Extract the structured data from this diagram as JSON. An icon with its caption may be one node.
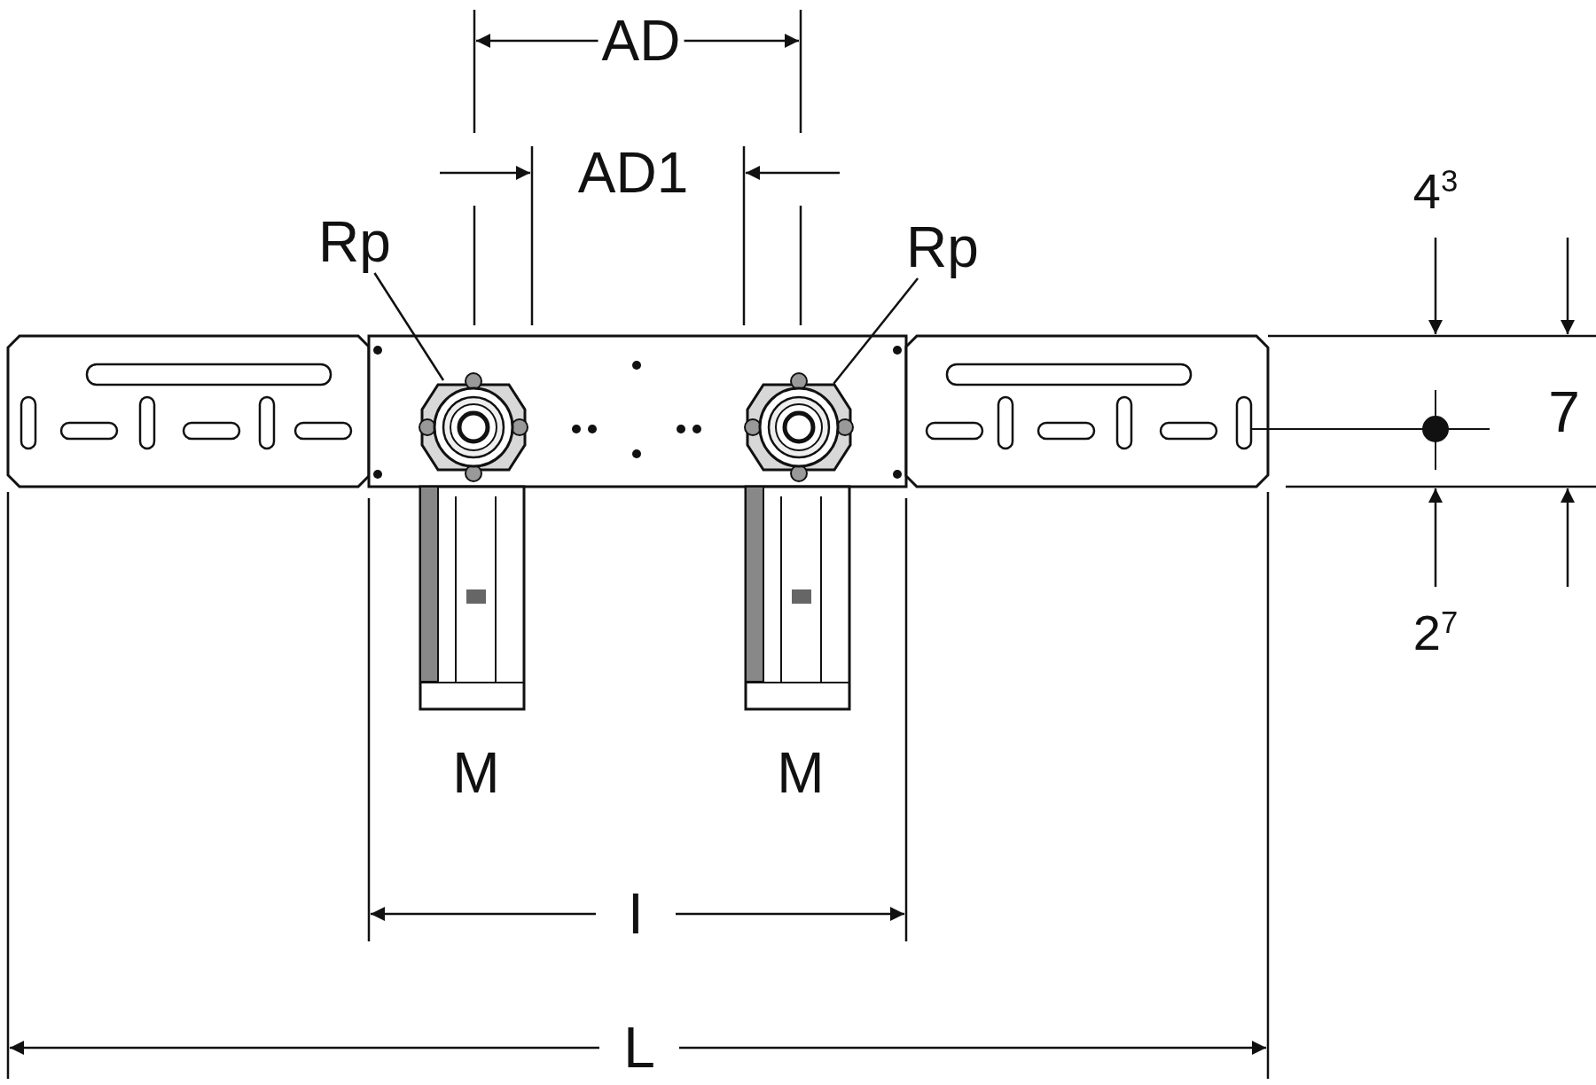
{
  "diagram": {
    "nodes": [
      {
        "text": [
          "Rp"
        ]
      },
      {
        "text": [],
        "shape": "circle"
      },
      {
        "text": [
          "Rp"
        ]
      },
      {
        "text": [],
        "shape": "circle"
      }
    ],
    "edges": [
      {
        "from": 0,
        "to": 1,
        "arrow": "none"
      },
      {
        "from": 2,
        "to": 3,
        "arrow": "none"
      }
    ],
    "labels": [
      "AD",
      "AD1",
      "4$^{3}$",
      "7",
      "2$^{7}$",
      "M",
      "M",
      "I",
      "L"
    ]
  }
}
